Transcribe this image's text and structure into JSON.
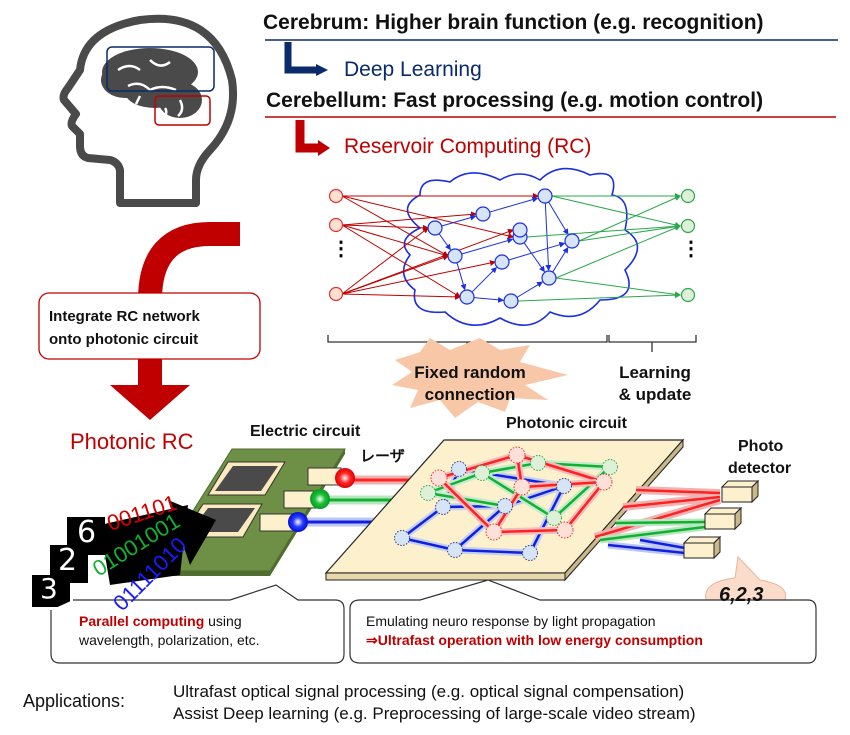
{
  "header": {
    "cerebrum": "Cerebrum: Higher brain function (e.g. recognition)",
    "deep_learning": "Deep Learning",
    "cerebellum": "Cerebellum: Fast processing (e.g. motion control)",
    "reservoir": "Reservoir Computing (RC)"
  },
  "network": {
    "input_dots": "⋮",
    "output_dots": "⋮",
    "fixed_label": [
      "Fixed random",
      "connection"
    ],
    "learning_label": [
      "Learning",
      "& update"
    ]
  },
  "integrate_box": [
    "Integrate RC network",
    "onto photonic circuit"
  ],
  "photonic_rc": "Photonic RC",
  "electric_circuit": "Electric circuit",
  "laser_label": "レーザ",
  "photonic_circuit": "Photonic circuit",
  "photo_detector": [
    "Photo",
    "detector"
  ],
  "output_digits": "6,2,3",
  "input_digits": [
    "6",
    "2",
    "3"
  ],
  "bit_streams": [
    "001101",
    "01001001",
    "01111010"
  ],
  "callouts": {
    "left": {
      "highlight": "Parallel computing",
      "rest": " using",
      "line2": "wavelength, polarization, etc."
    },
    "right": {
      "line1": "Emulating neuro response by light propagation",
      "line2": "⇒Ultrafast operation with low energy  consumption"
    }
  },
  "applications": {
    "label": "Applications:",
    "items": [
      "Ultrafast optical signal processing (e.g. optical signal compensation)",
      "Assist Deep learning (e.g. Preprocessing of large-scale video stream)"
    ]
  },
  "colors": {
    "red": "#c00000",
    "navy": "#0a2a6b",
    "green": "#2aa84a",
    "blue": "#1c2fe0",
    "chip": "#fdf0cc",
    "board": "#6d8f46"
  }
}
